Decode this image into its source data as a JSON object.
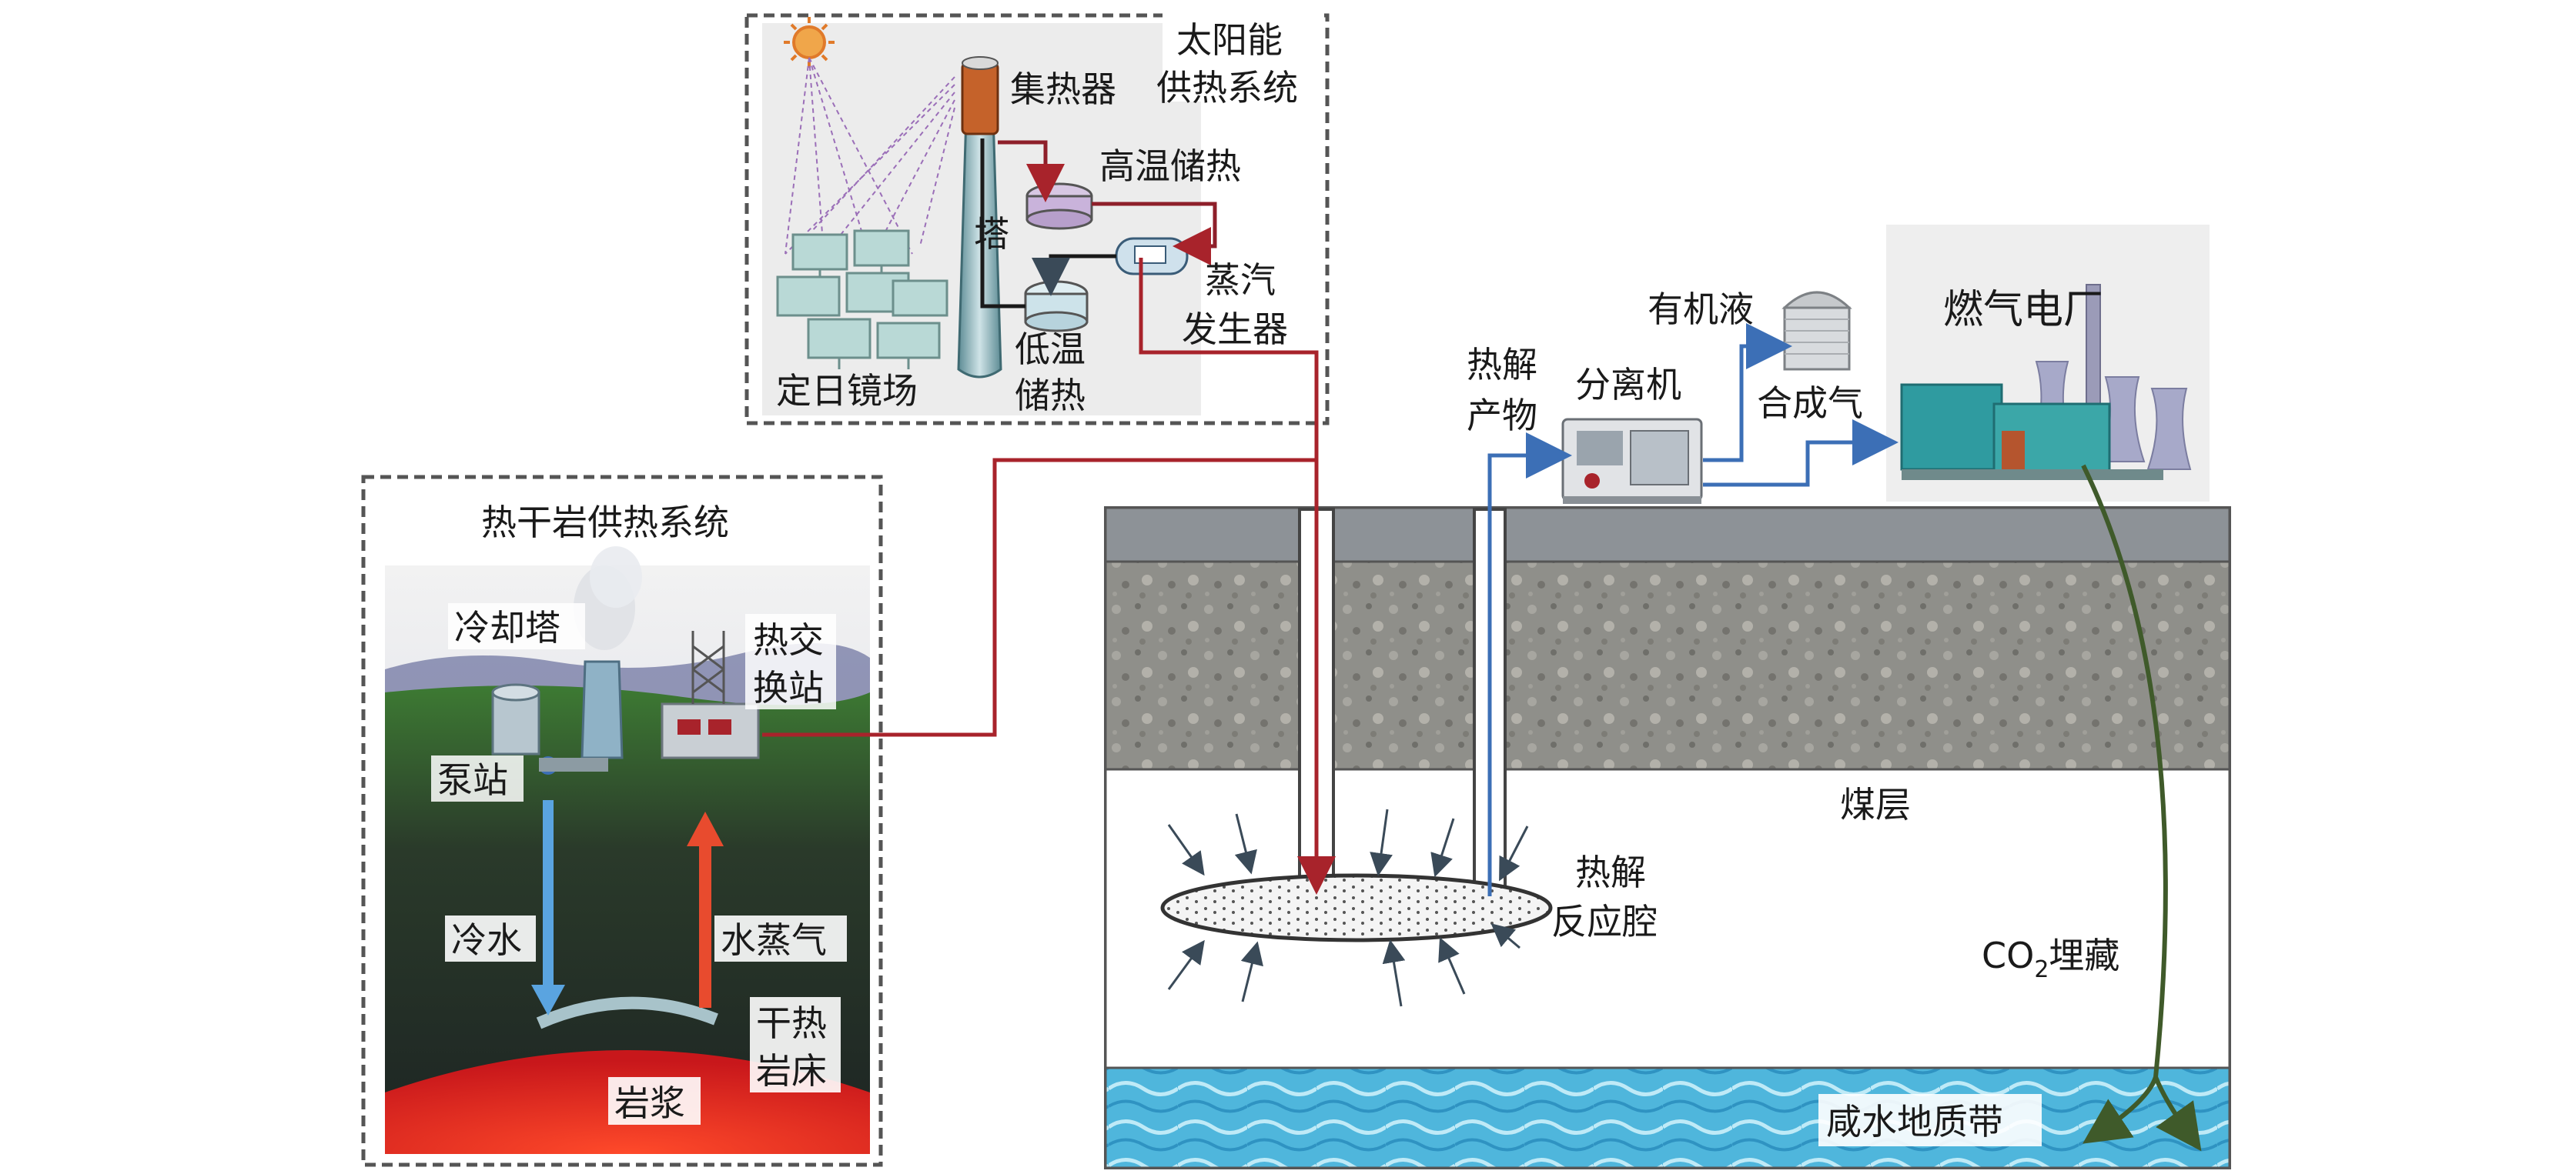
{
  "solar": {
    "title_line1": "太阳能",
    "title_line2": "供热系统",
    "collector": "集热器",
    "high_temp_storage": "高温储热",
    "steam_gen_line1": "蒸汽",
    "steam_gen_line2": "发生器",
    "low_temp_line1": "低温",
    "low_temp_line2": "储热",
    "heliostat_field": "定日镜场",
    "tower_mark": "塔"
  },
  "hdr": {
    "title": "热干岩供热系统",
    "cooling_tower": "冷却塔",
    "heat_exchange_line1": "热交",
    "heat_exchange_line2": "换站",
    "pump_station": "泵站",
    "cold_water": "冷水",
    "steam": "水蒸气",
    "dry_hot_rock_line1": "干热",
    "dry_hot_rock_line2": "岩床",
    "magma": "岩浆"
  },
  "surface": {
    "pyrolysis_products_line1": "热解",
    "pyrolysis_products_line2": "产物",
    "separator": "分离机",
    "organic_liquid": "有机液",
    "syngas": "合成气",
    "gas_power_plant": "燃气电厂"
  },
  "underground": {
    "coal_seam": "煤层",
    "cavity_line1": "热解",
    "cavity_line2": "反应腔",
    "co2_prefix": "CO",
    "co2_sub": "2",
    "co2_suffix": "埋藏",
    "saline_aquifer": "咸水地质带"
  },
  "colors": {
    "heat_line": "#a8232b",
    "gas_line": "#3c6fb6",
    "co2_line": "#3f5a2a",
    "frame_dash": "#555555"
  }
}
